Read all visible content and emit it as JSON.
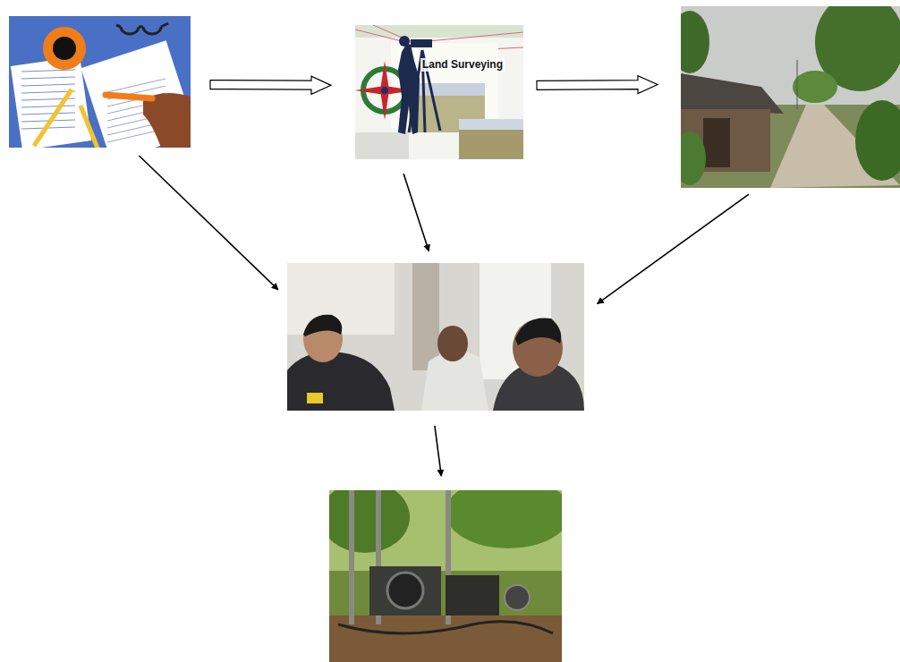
{
  "diagram": {
    "nodes": [
      {
        "text": []
      },
      {
        "text": [
          "Land Surveying"
        ]
      },
      {
        "text": []
      },
      {
        "text": []
      },
      {
        "text": []
      }
    ],
    "edges": [
      {
        "from": 0,
        "to": 1,
        "arrow": "to"
      },
      {
        "from": 1,
        "to": 2,
        "arrow": "to"
      },
      {
        "from": 0,
        "to": 3,
        "arrow": "to"
      },
      {
        "from": 1,
        "to": 3,
        "arrow": "to"
      },
      {
        "from": 2,
        "to": 3,
        "arrow": "to"
      },
      {
        "from": 3,
        "to": 4,
        "arrow": "to"
      }
    ]
  }
}
